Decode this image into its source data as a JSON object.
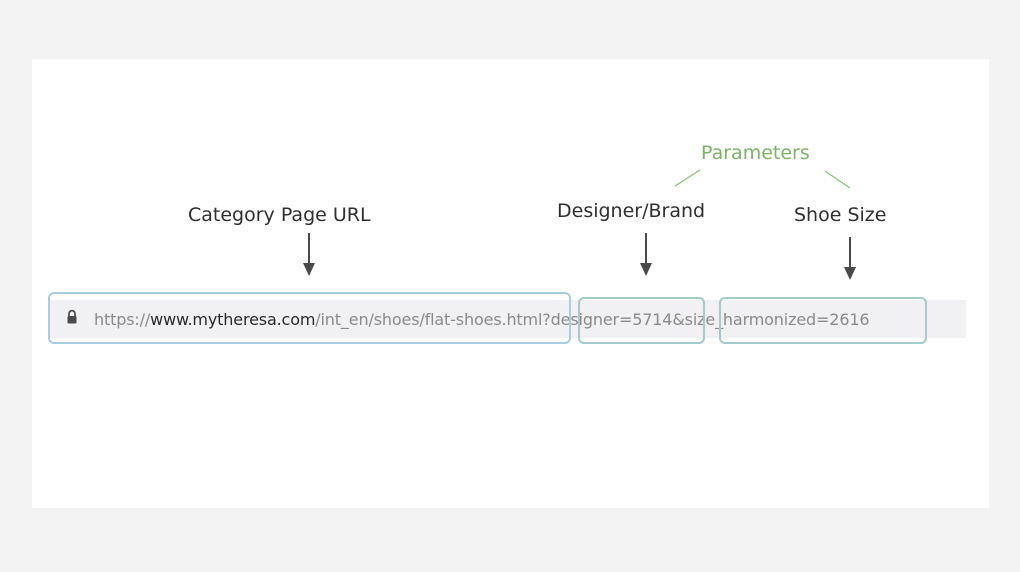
{
  "labels": {
    "parameters": "Parameters",
    "category_page_url": "Category Page URL",
    "designer_brand": "Designer/Brand",
    "shoe_size": "Shoe Size"
  },
  "url": {
    "scheme_prefix": "https://",
    "host": "www.mytheresa.com",
    "path": "/int_en/shoes/flat-shoes.html",
    "designer_param": "?designer=5714",
    "size_param": "&size_harmonized=2616"
  },
  "icons": {
    "lock": "lock-icon"
  },
  "colors": {
    "parameters_label": "#7cb36b",
    "highlight_box": "#a9cde0",
    "arrow": "#4a4a4a"
  }
}
